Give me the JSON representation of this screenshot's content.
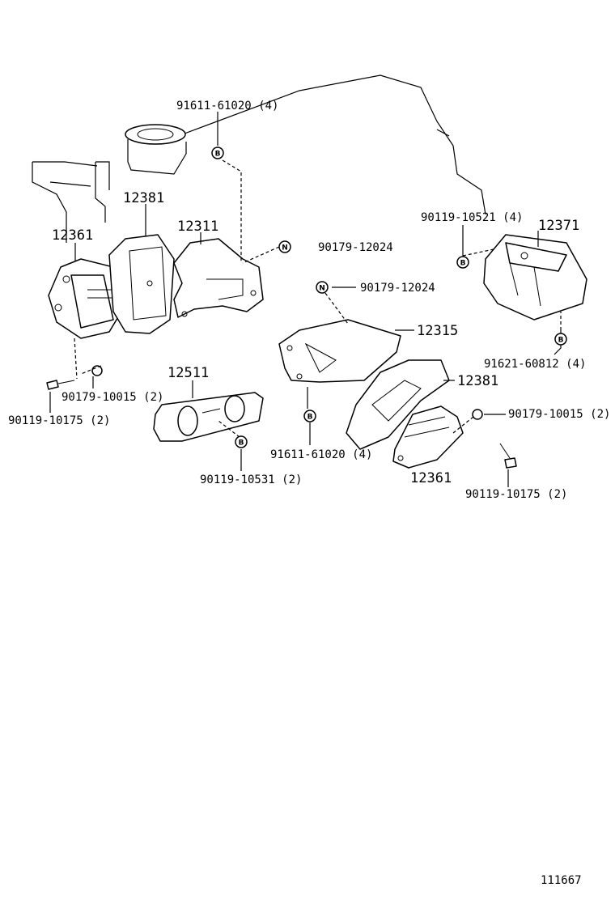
{
  "parts": {
    "p1": "91611-61020 (4)",
    "p2": "12381",
    "p3": "12311",
    "p4": "12361",
    "p5": "90179-12024",
    "p6": "90119-10521 (4)",
    "p7": "12371",
    "p8": "90179-12024",
    "p9": "12315",
    "p10": "91621-60812 (4)",
    "p11": "12381",
    "p12": "12511",
    "p13": "90179-10015 (2)",
    "p14": "90119-10175 (2)",
    "p15": "90179-10015 (2)",
    "p16": "91611-61020 (4)",
    "p17": "90119-10531 (2)",
    "p18": "12361",
    "p19": "90119-10175 (2)"
  },
  "markers": {
    "bolt": "B",
    "nut": "N"
  },
  "figure_id": "111667"
}
